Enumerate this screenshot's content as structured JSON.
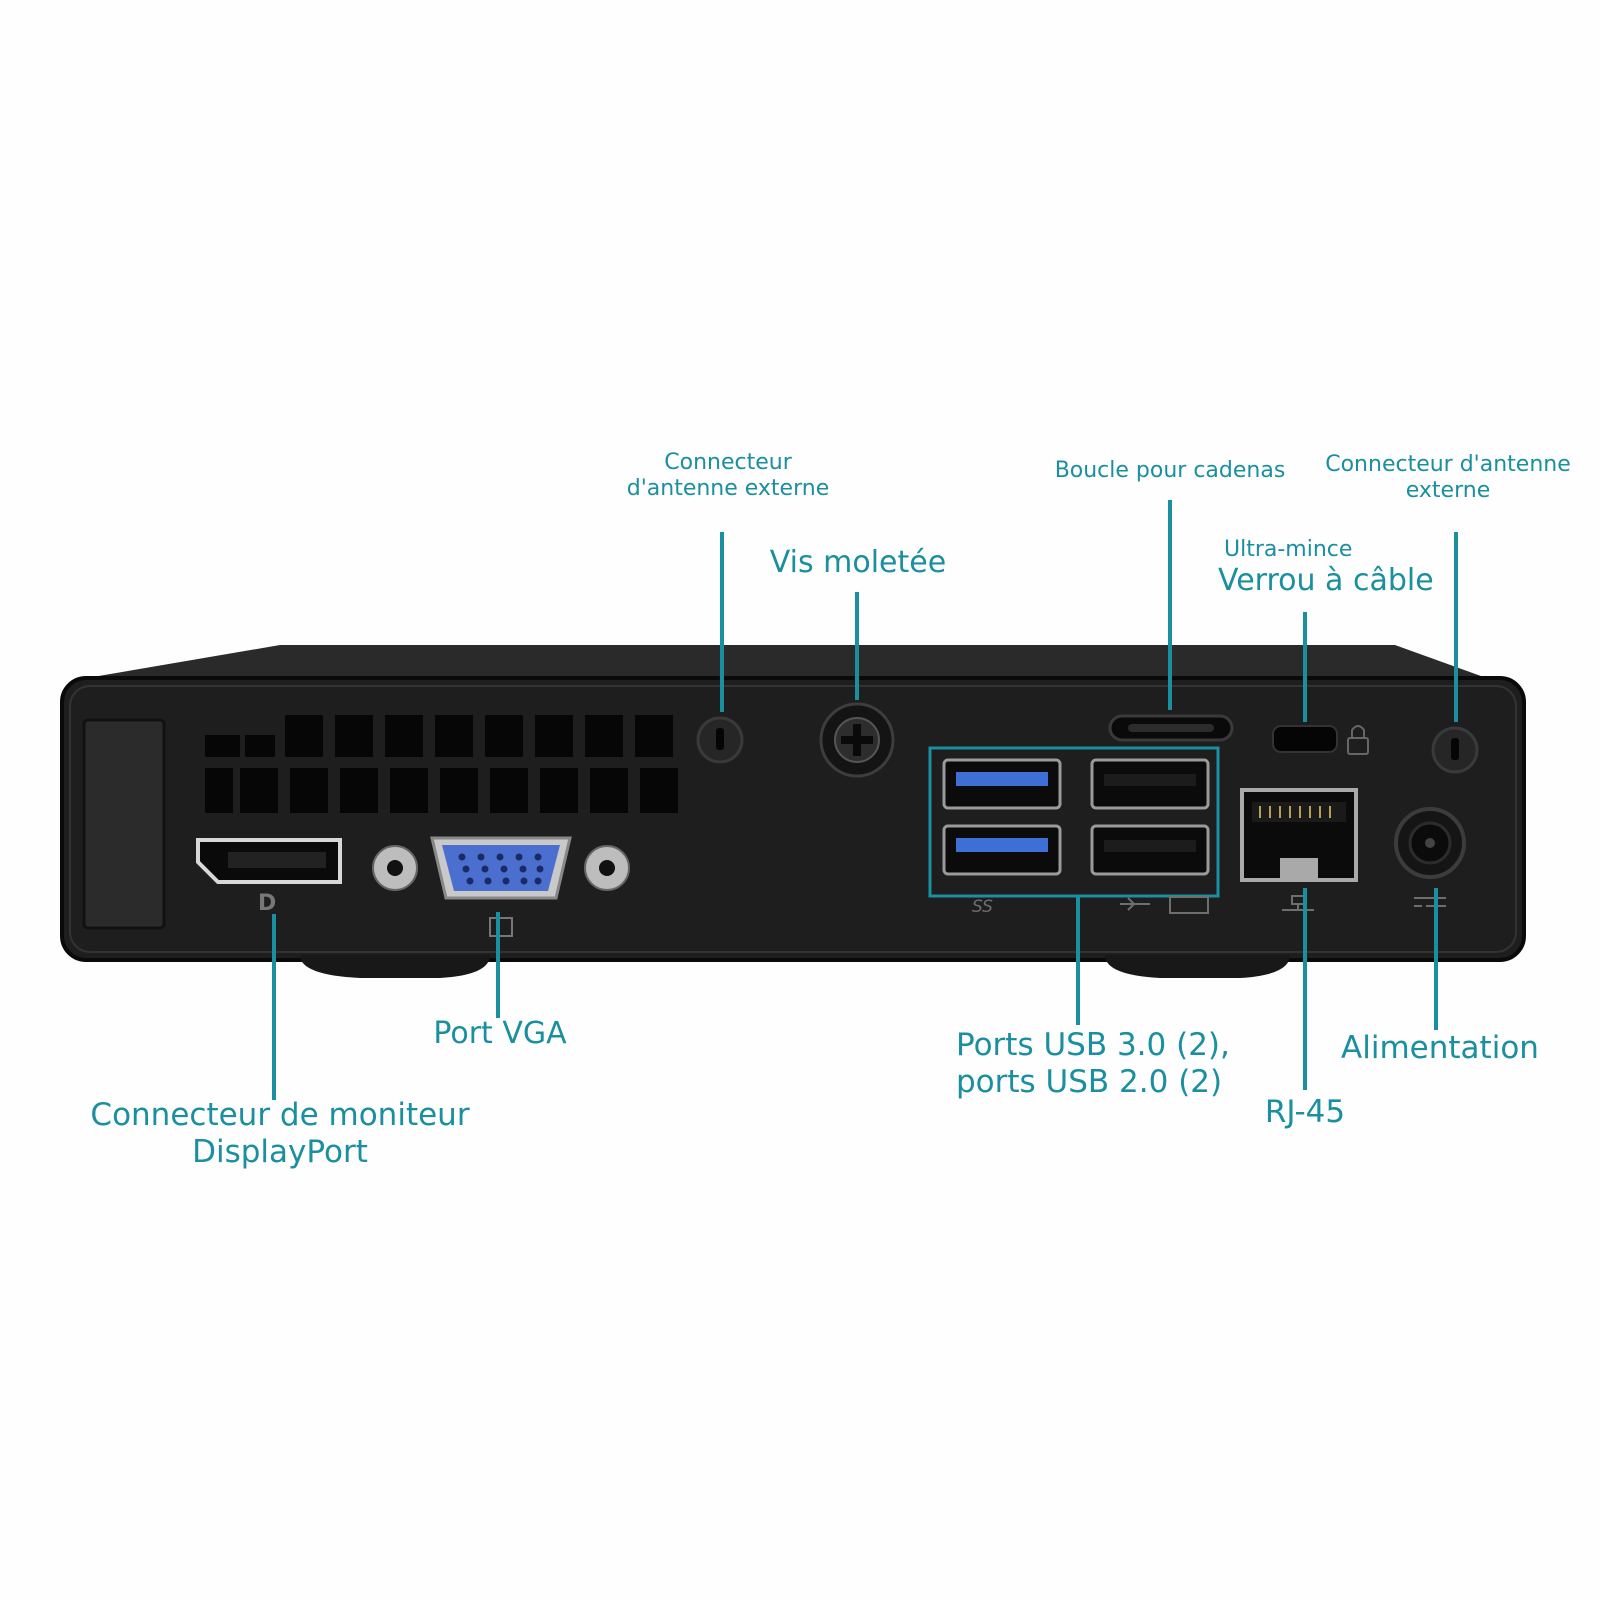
{
  "colors": {
    "label": "#1a8fa0",
    "leader_line": "#1a8fa0",
    "chassis": "#1f1f1f",
    "chassis_edge": "#0b0b0b",
    "usb3_blue": "#3d6fd6",
    "vga_blue": "#4b6fcf",
    "background": "#fefefe"
  },
  "labels": {
    "antenna_left": {
      "line1": "Connecteur",
      "line2": "d'antenne externe"
    },
    "thumbscrew": {
      "text": "Vis moletée"
    },
    "padlock_loop": {
      "text": "Boucle pour cadenas"
    },
    "antenna_right": {
      "line1": "Connecteur d'antenne",
      "line2": "externe"
    },
    "cable_lock": {
      "line1": "Ultra-mince",
      "line2": "Verrou à câble"
    },
    "vga": {
      "text": "Port VGA"
    },
    "displayport": {
      "line1": "Connecteur de moniteur",
      "line2": "DisplayPort"
    },
    "usb": {
      "line1": "Ports USB 3.0 (2),",
      "line2": "ports USB 2.0 (2)"
    },
    "rj45": {
      "text": "RJ-45"
    },
    "power": {
      "text": "Alimentation"
    }
  },
  "icons": [
    "displayport-logo-icon",
    "vga-monitor-icon",
    "superspeed-usb-icon",
    "usb-icon",
    "keyboard-icon",
    "network-icon",
    "dc-power-icon",
    "padlock-icon"
  ]
}
